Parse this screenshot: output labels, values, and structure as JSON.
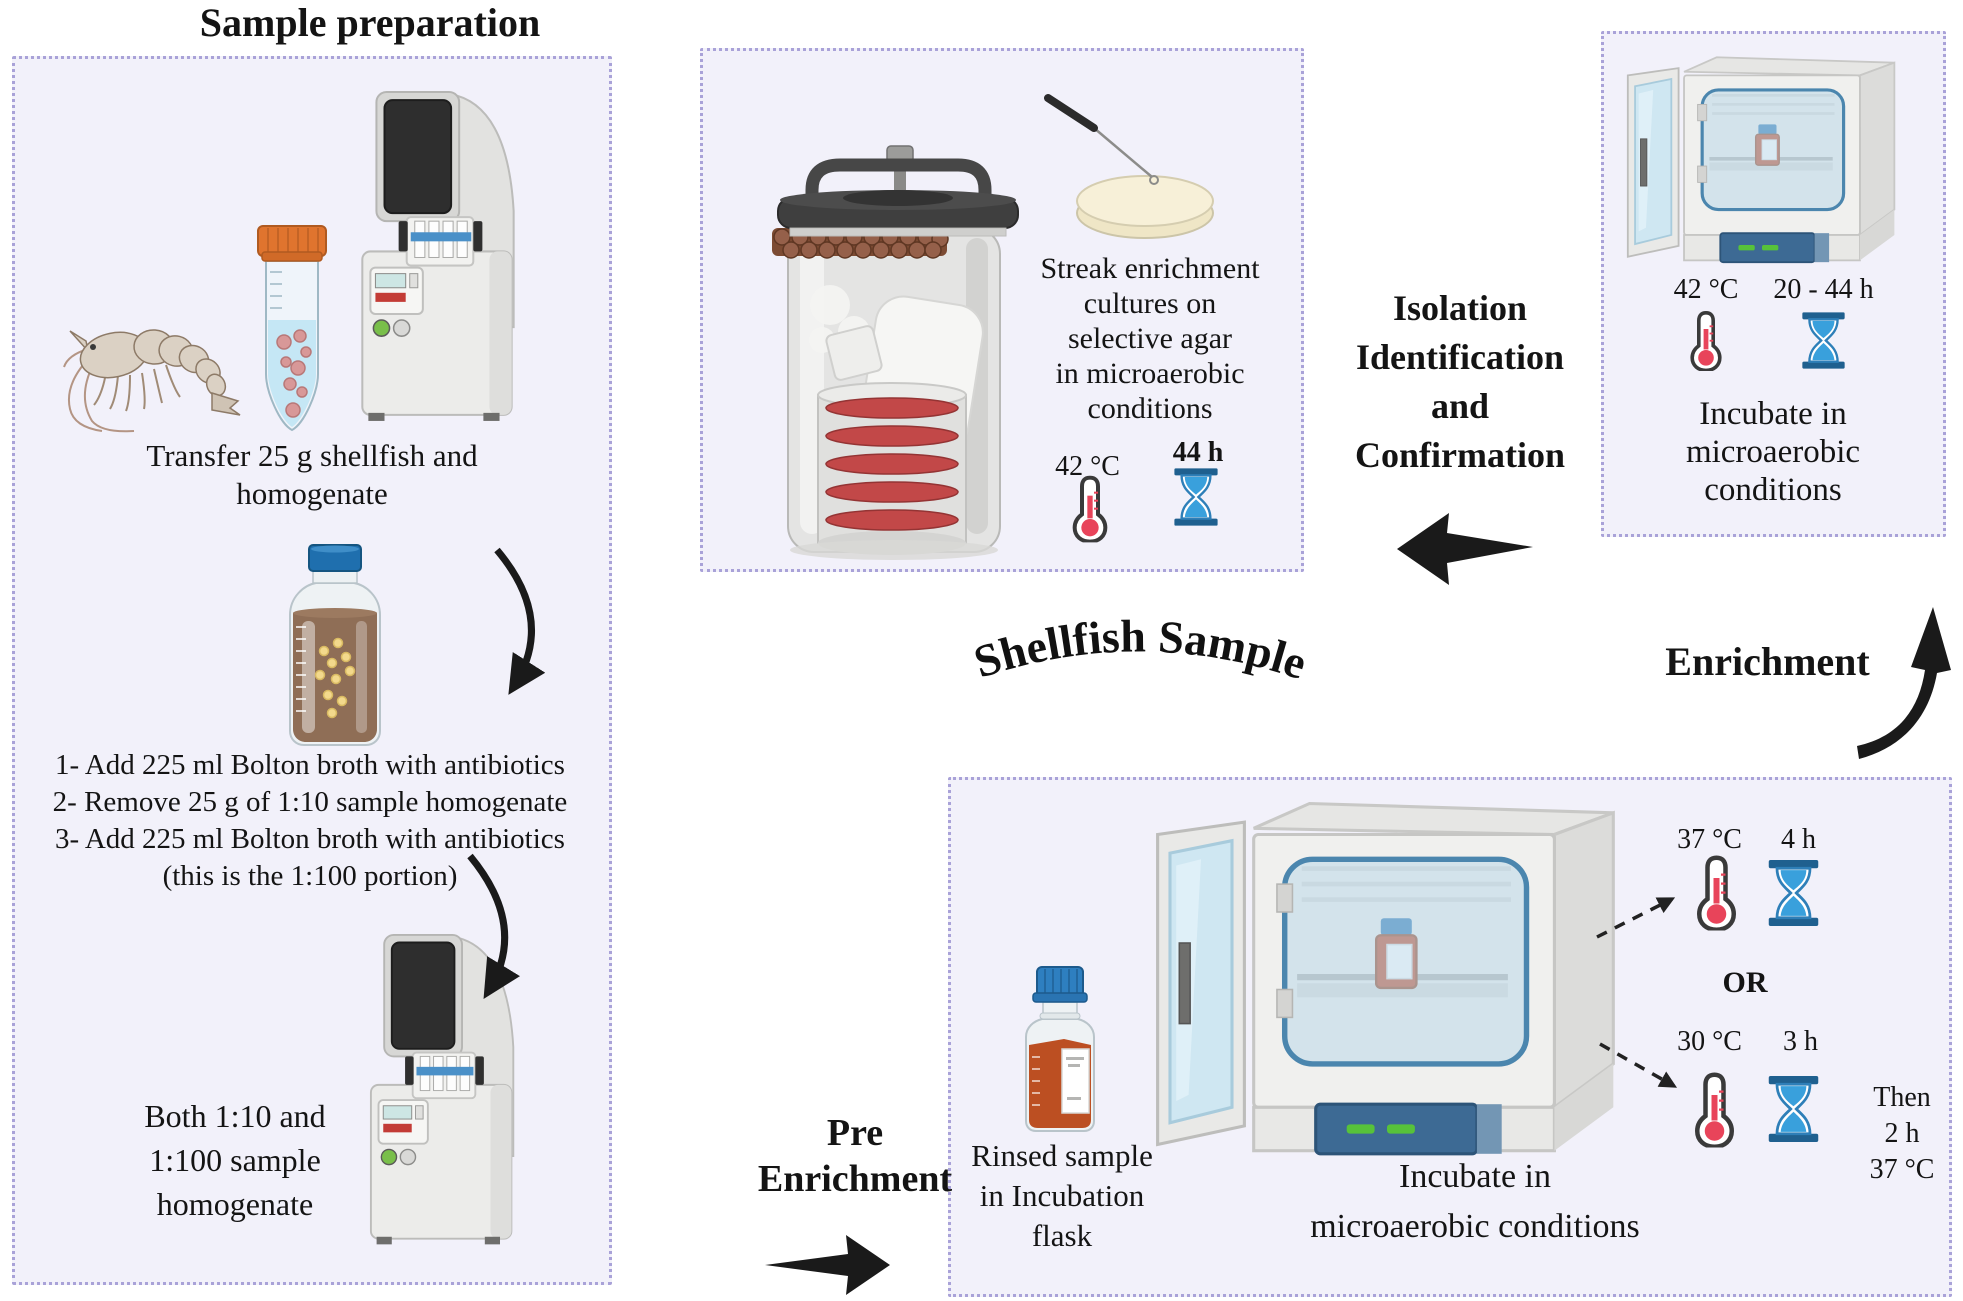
{
  "title": "Sample preparation",
  "sample_prep": {
    "transfer_caption": "Transfer 25 g shellfish and\nhomogenate",
    "steps": "1- Add 225 ml Bolton broth with antibiotics\n2- Remove 25 g of 1:10 sample homogenate\n3- Add 225 ml Bolton broth with antibiotics\n(this is the 1:100 portion)",
    "result_caption": "Both 1:10 and\n1:100 sample\nhomogenate"
  },
  "plating": {
    "caption": "Streak enrichment\ncultures on\nselective agar\nin microaerobic\nconditions",
    "temperature": "42 °C",
    "duration": "44 h"
  },
  "isolation_label": "Isolation\nIdentification\nand\nConfirmation",
  "incubation": {
    "temperature": "42 °C",
    "duration": "20 - 44 h",
    "caption": "Incubate in\nmicroaerobic\nconditions"
  },
  "center_label": "Shellfish Sample",
  "stage_labels": {
    "enrichment": "Enrichment",
    "pre_enrichment": "Pre\nEnrichment"
  },
  "pre_enrichment": {
    "flask_caption": "Rinsed sample\nin Incubation\nflask",
    "incubator_caption": "Incubate in\nmicroaerobic conditions",
    "option1": {
      "temperature": "37 °C",
      "duration": "4 h"
    },
    "or_label": "OR",
    "option2": {
      "temperature": "30 °C",
      "duration": "3 h"
    },
    "then_note": "Then\n2 h\n37 °C"
  },
  "icons": {
    "temperature_icon": "thermometer",
    "time_icon": "hourglass",
    "flow_icons": "black-arrows"
  },
  "colors": {
    "panel_bg": "#f2f1fa",
    "panel_border": "#a9a2d8",
    "arrow_black": "#1a1a1a",
    "thermometer_red": "#e8445a",
    "hourglass_blue": "#39a0dc",
    "incubator_panel_blue": "#3d6a94",
    "tube_cap_orange": "#e0742e",
    "bottle_cap_blue": "#2e7fc0",
    "broth_brown": "#8f6e56",
    "rinsed_sample_red": "#bc4f22",
    "agar_plate_red": "#c24848"
  }
}
